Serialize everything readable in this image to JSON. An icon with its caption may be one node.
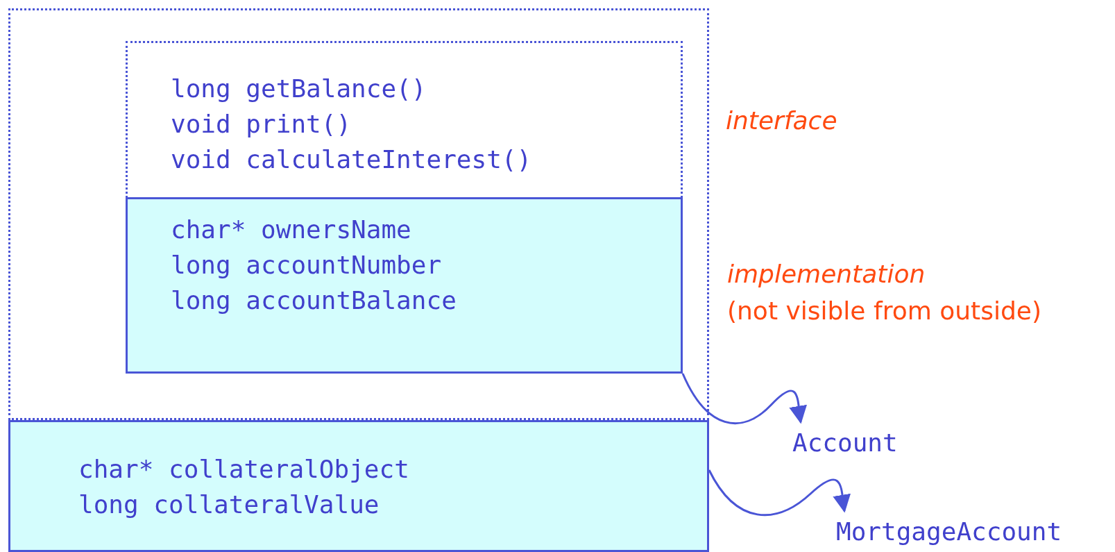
{
  "diagram": {
    "nodes": [
      {
        "text": [],
        "shape": "box"
      },
      {
        "text": [
          "long getBalance()",
          "void print()",
          "void calculateInterest()"
        ],
        "in": 0
      },
      {
        "text": [
          "char* ownersName",
          "long accountNumber",
          "long accountBalance"
        ],
        "in": 1
      },
      {
        "text": [
          "char* collateralObject",
          "long collateralValue"
        ]
      },
      {
        "text": [
          "Account"
        ]
      },
      {
        "text": [
          "MortgageAccount"
        ]
      }
    ],
    "edges": [
      {
        "from": 2,
        "to": 4,
        "arrow": "to"
      },
      {
        "from": 3,
        "to": 5,
        "arrow": "to"
      }
    ],
    "labels": [
      "interface",
      "implementation",
      "(not visible from outside)"
    ]
  }
}
